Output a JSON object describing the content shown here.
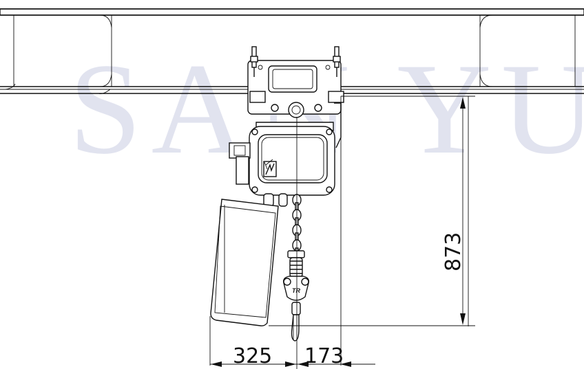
{
  "watermark": {
    "text": "SAN YU",
    "color": "#2c3a8c"
  },
  "dimensions": {
    "height": "873",
    "left_width": "325",
    "right_width": "173"
  },
  "hook_label": "TR",
  "colors": {
    "line": "#111111",
    "background": "#ffffff"
  }
}
